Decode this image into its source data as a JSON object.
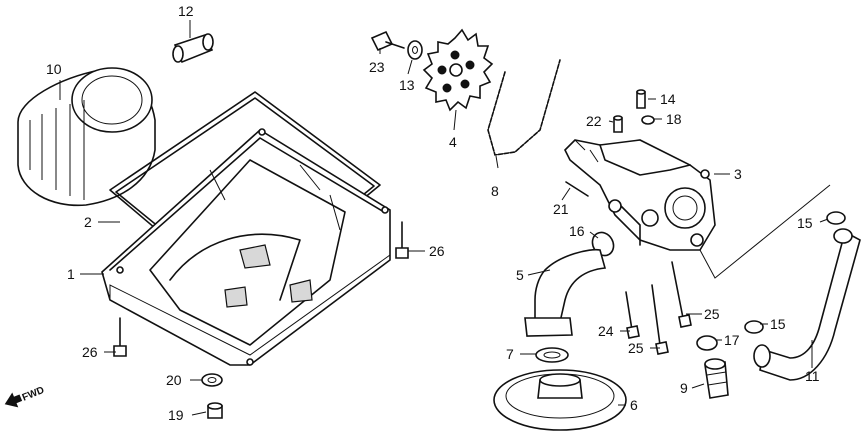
{
  "callouts": [
    {
      "id": "10",
      "text": "10"
    },
    {
      "id": "12",
      "text": "12"
    },
    {
      "id": "23",
      "text": "23"
    },
    {
      "id": "13",
      "text": "13"
    },
    {
      "id": "4",
      "text": "4"
    },
    {
      "id": "8",
      "text": "8"
    },
    {
      "id": "14",
      "text": "14"
    },
    {
      "id": "22",
      "text": "22"
    },
    {
      "id": "18",
      "text": "18"
    },
    {
      "id": "3",
      "text": "3"
    },
    {
      "id": "21",
      "text": "21"
    },
    {
      "id": "16",
      "text": "16"
    },
    {
      "id": "15a",
      "text": "15"
    },
    {
      "id": "2",
      "text": "2"
    },
    {
      "id": "26a",
      "text": "26"
    },
    {
      "id": "1",
      "text": "1"
    },
    {
      "id": "5",
      "text": "5"
    },
    {
      "id": "25a",
      "text": "25"
    },
    {
      "id": "24",
      "text": "24"
    },
    {
      "id": "25b",
      "text": "25"
    },
    {
      "id": "15b",
      "text": "15"
    },
    {
      "id": "17",
      "text": "17"
    },
    {
      "id": "26b",
      "text": "26"
    },
    {
      "id": "7",
      "text": "7"
    },
    {
      "id": "20",
      "text": "20"
    },
    {
      "id": "9",
      "text": "9"
    },
    {
      "id": "11",
      "text": "11"
    },
    {
      "id": "6",
      "text": "6"
    },
    {
      "id": "19",
      "text": "19"
    }
  ],
  "direction_marker": {
    "text": "FWD",
    "icon": "arrow-left-icon"
  }
}
